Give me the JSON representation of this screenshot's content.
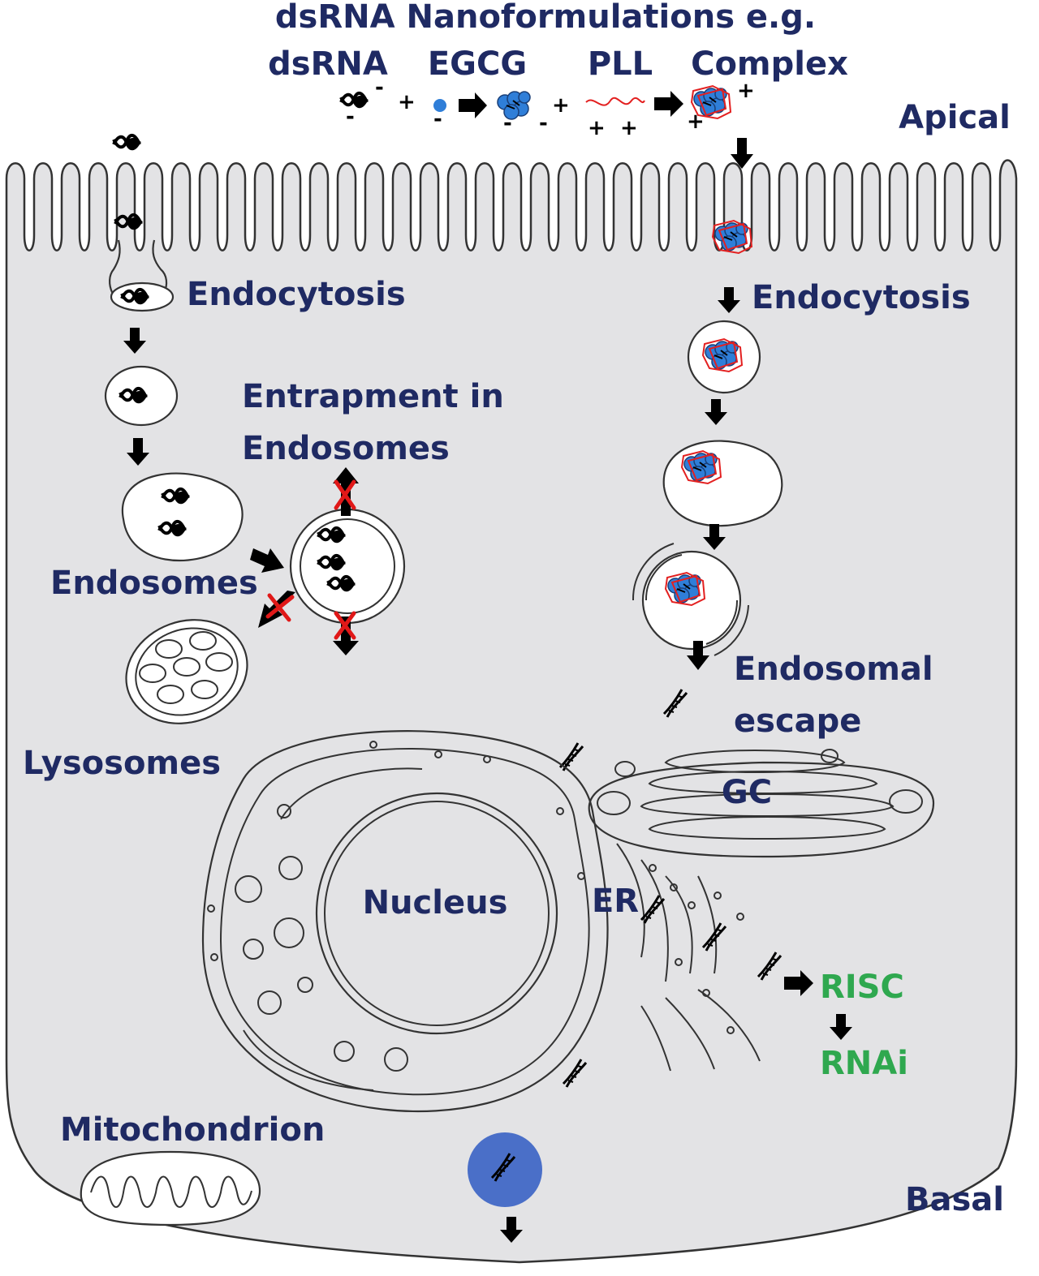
{
  "header": {
    "title": "dsRNA Nanoformulations e.g.",
    "components": [
      "dsRNA",
      "EGCG",
      "PLL",
      "Complex"
    ]
  },
  "charges": {
    "plus": "+",
    "minus": "-"
  },
  "labels": {
    "apical": "Apical",
    "basal": "Basal",
    "endocytosis_left": "Endocytosis",
    "endocytosis_right": "Endocytosis",
    "entrapment_line1": "Entrapment in",
    "entrapment_line2": "Endosomes",
    "endosomes": "Endosomes",
    "lysosomes": "Lysosomes",
    "endosomal_line1": "Endosomal",
    "endosomal_line2": "escape",
    "gc": "GC",
    "nucleus": "Nucleus",
    "er": "ER",
    "risc": "RISC",
    "rnai": "RNAi",
    "mitochondrion": "Mitochondrion"
  },
  "colors": {
    "cell_fill": "#e3e3e5",
    "label_text": "#1f2a63",
    "pathway_text": "#2fa84f",
    "egcg_blue": "#2f7ed8",
    "pll_red": "#e32020",
    "blocked_x": "#e01818",
    "exosome_blue": "#4a6fc8"
  },
  "icons": [
    "dsrna-icon",
    "egcg-dot-icon",
    "pll-strand-icon",
    "complex-icon",
    "arrow-icon",
    "blocked-x-icon",
    "dna-helix-icon"
  ]
}
